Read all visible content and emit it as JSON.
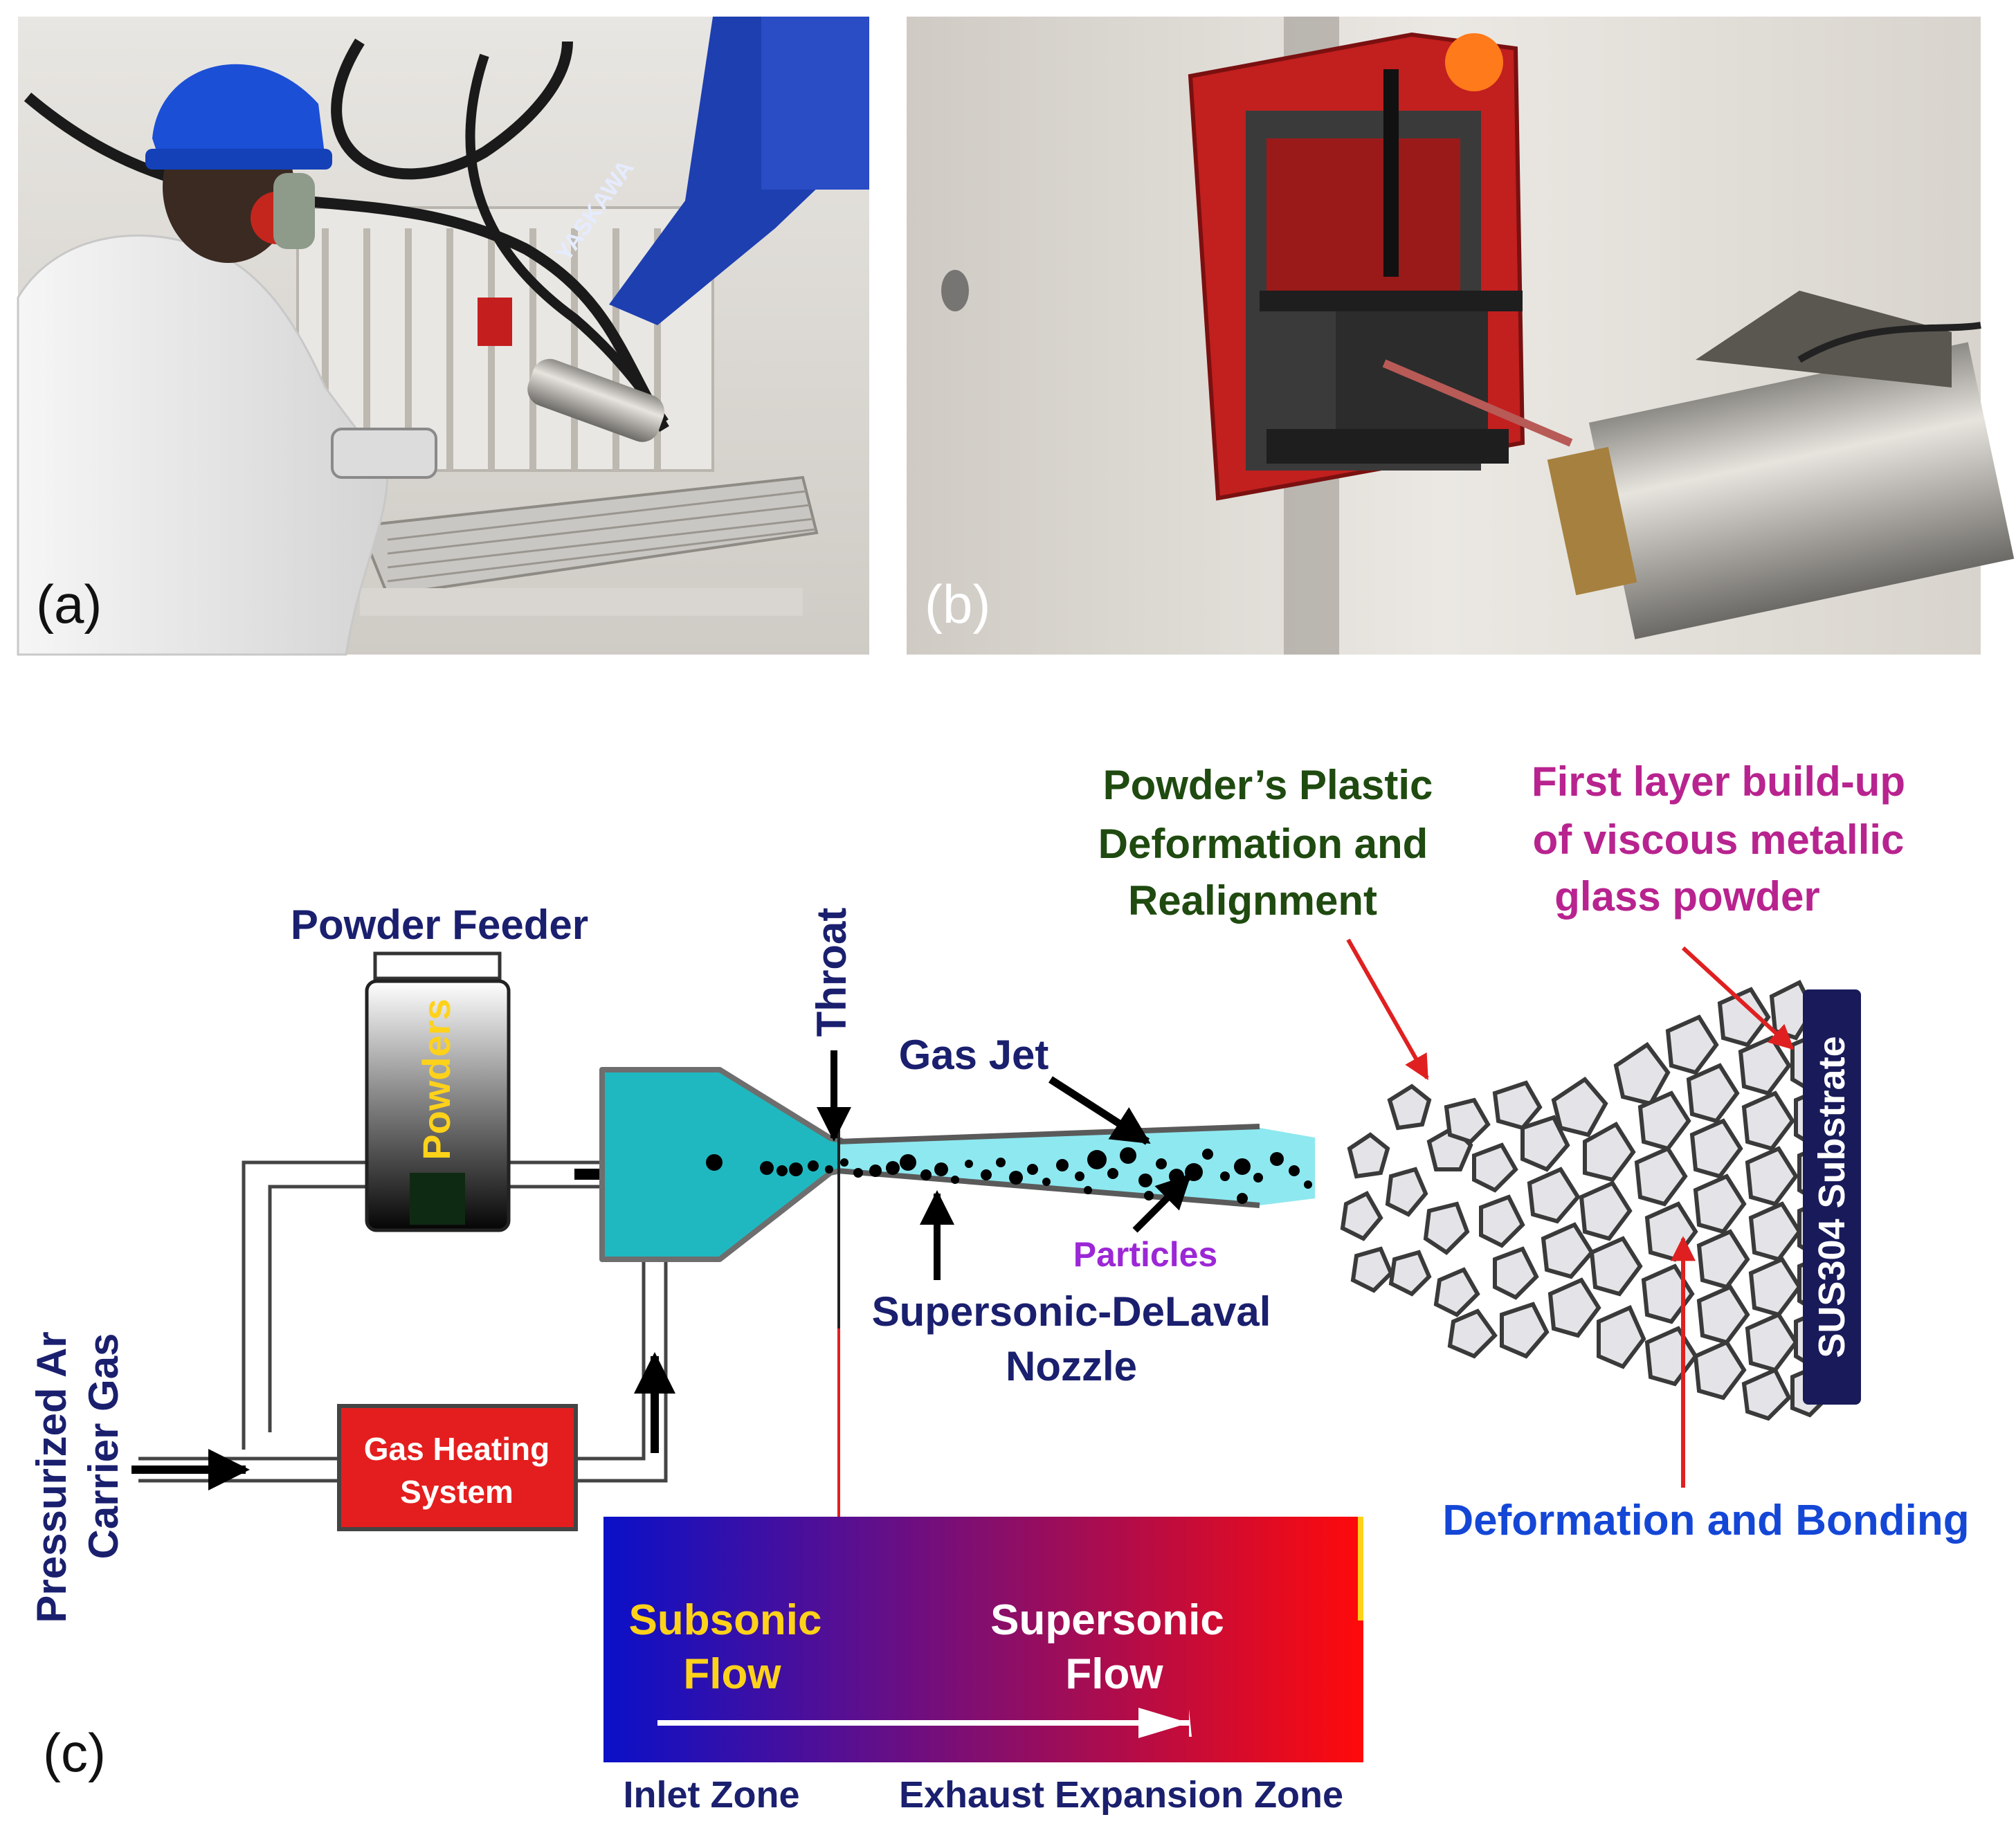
{
  "panels": {
    "a": {
      "letter": "(a)",
      "robot_brand": "YASKAWA"
    },
    "b": {
      "letter": "(b)"
    },
    "c": {
      "letter": "(c)"
    }
  },
  "labels": {
    "powder_feeder": "Powder Feeder",
    "powders": "Powders",
    "throat": "Throat",
    "gas_jet": "Gas Jet",
    "particles": "Particles",
    "nozzle_line1": "Supersonic-DeLaval",
    "nozzle_line2": "Nozzle",
    "carrier_line1": "Pressurized Ar",
    "carrier_line2": "Carrier Gas",
    "heater_line1": "Gas Heating",
    "heater_line2": "System",
    "subsonic_line1": "Subsonic",
    "subsonic_line2": "Flow",
    "supersonic_line1": "Supersonic",
    "supersonic_line2": "Flow",
    "inlet_zone": "Inlet Zone",
    "exhaust_zone": "Exhaust Expansion Zone",
    "plastic_line1": "Powder’s Plastic",
    "plastic_line2": "Deformation and",
    "plastic_line3": "Realignment",
    "firstlayer_line1": "First layer build-up",
    "firstlayer_line2": "of viscous metallic",
    "firstlayer_line3": "glass powder",
    "substrate": "SUS304 Substrate",
    "bonding": "Deformation and Bonding"
  },
  "colors": {
    "navy_text": "#1a1f6e",
    "green_text": "#1f4a10",
    "magenta_text": "#b8238f",
    "purple_text": "#9b27d6",
    "blue_text": "#1447d6",
    "yellow_text": "#ffd21a",
    "red_arrow": "#e02020",
    "nozzle_cyan": "#20b8c0",
    "jet_cyan": "#8ee8f0",
    "heater_red": "#e41e1e",
    "flow_start": "#0a10c8",
    "flow_end": "#ff0a0a"
  }
}
